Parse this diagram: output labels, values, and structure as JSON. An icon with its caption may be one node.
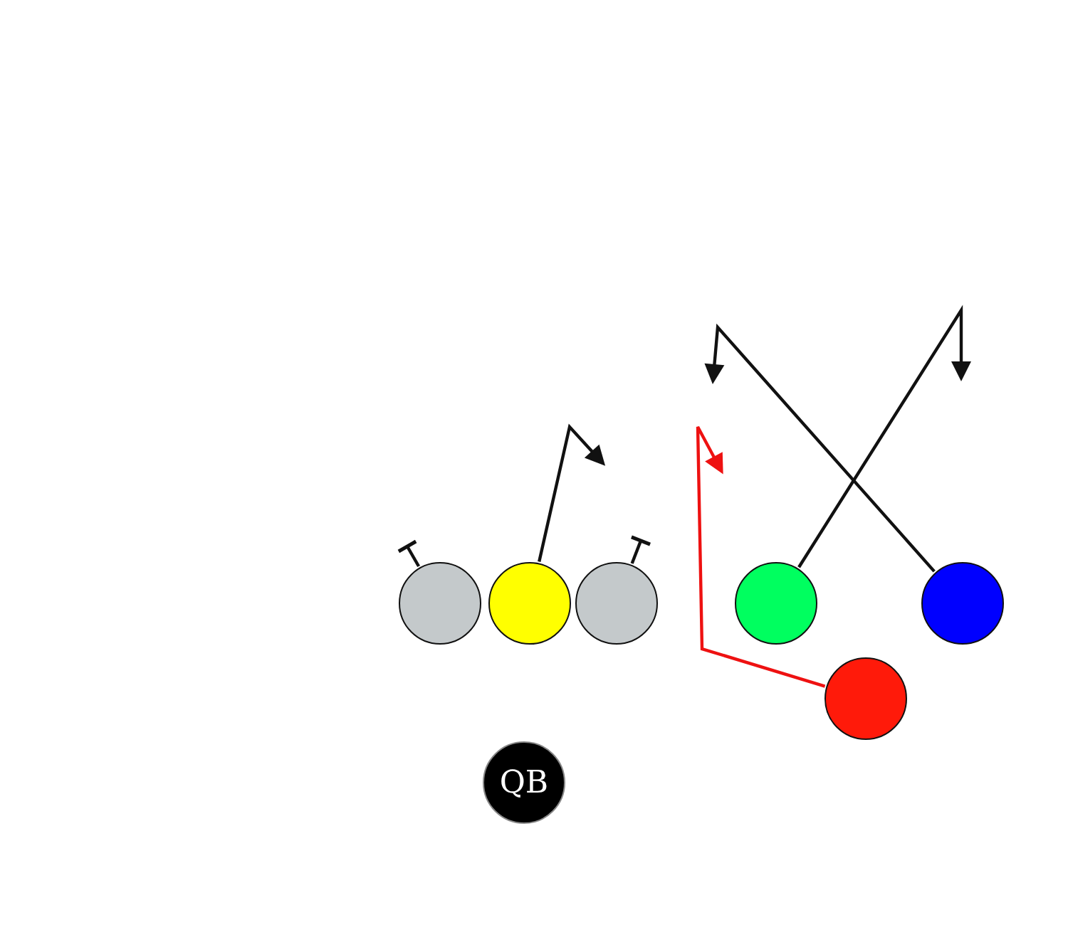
{
  "diagram": {
    "nodes": [
      {
        "text": [],
        "shape": "circle"
      },
      {
        "text": [],
        "shape": "circle"
      },
      {
        "text": [],
        "shape": "circle"
      },
      {
        "text": [],
        "shape": "circle"
      },
      {
        "text": [],
        "shape": "circle"
      },
      {
        "text": [],
        "shape": "circle"
      },
      {
        "text": [
          "QB"
        ]
      }
    ],
    "edges": [
      {
        "from": 0,
        "to": null,
        "arrow": "other"
      },
      {
        "from": 1,
        "to": null,
        "arrow": "to"
      },
      {
        "from": 2,
        "to": null,
        "arrow": "other"
      },
      {
        "from": 3,
        "to": null,
        "arrow": "to"
      },
      {
        "from": 4,
        "to": null,
        "arrow": "to"
      },
      {
        "from": 5,
        "to": null,
        "arrow": "to",
        "color": "#ee1111"
      }
    ]
  }
}
